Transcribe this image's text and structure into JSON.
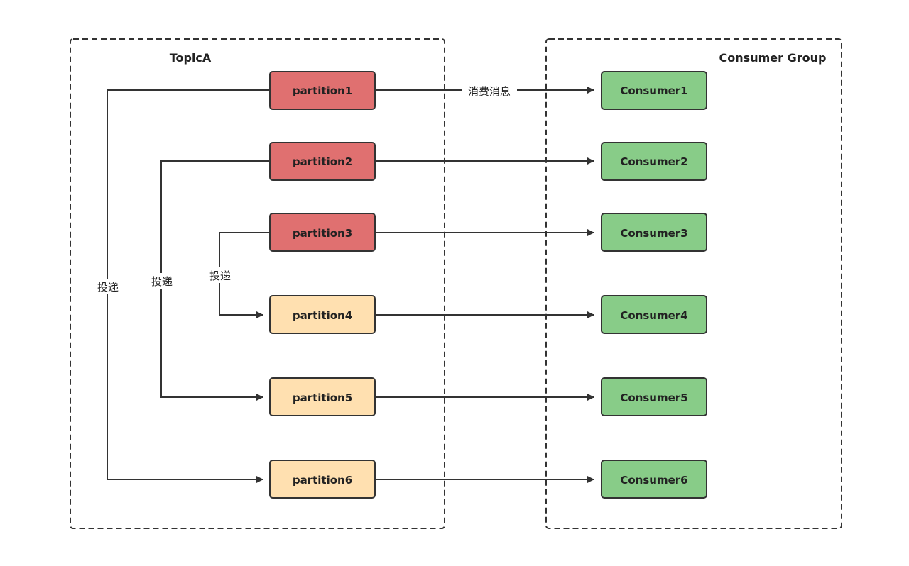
{
  "groups": {
    "topic": {
      "title": "TopicA"
    },
    "consumer_group": {
      "title": "Consumer Group"
    }
  },
  "partitions": [
    {
      "label": "partition1",
      "color": "#e07070"
    },
    {
      "label": "partition2",
      "color": "#e07070"
    },
    {
      "label": "partition3",
      "color": "#e07070"
    },
    {
      "label": "partition4",
      "color": "#ffe0b0"
    },
    {
      "label": "partition5",
      "color": "#ffe0b0"
    },
    {
      "label": "partition6",
      "color": "#ffe0b0"
    }
  ],
  "consumers": [
    {
      "label": "Consumer1",
      "color": "#88cc88"
    },
    {
      "label": "Consumer2",
      "color": "#88cc88"
    },
    {
      "label": "Consumer3",
      "color": "#88cc88"
    },
    {
      "label": "Consumer4",
      "color": "#88cc88"
    },
    {
      "label": "Consumer5",
      "color": "#88cc88"
    },
    {
      "label": "Consumer6",
      "color": "#88cc88"
    }
  ],
  "edge_labels": {
    "consume": "消费消息",
    "deliver_1_6": "投递",
    "deliver_2_5": "投递",
    "deliver_3_4": "投递"
  }
}
